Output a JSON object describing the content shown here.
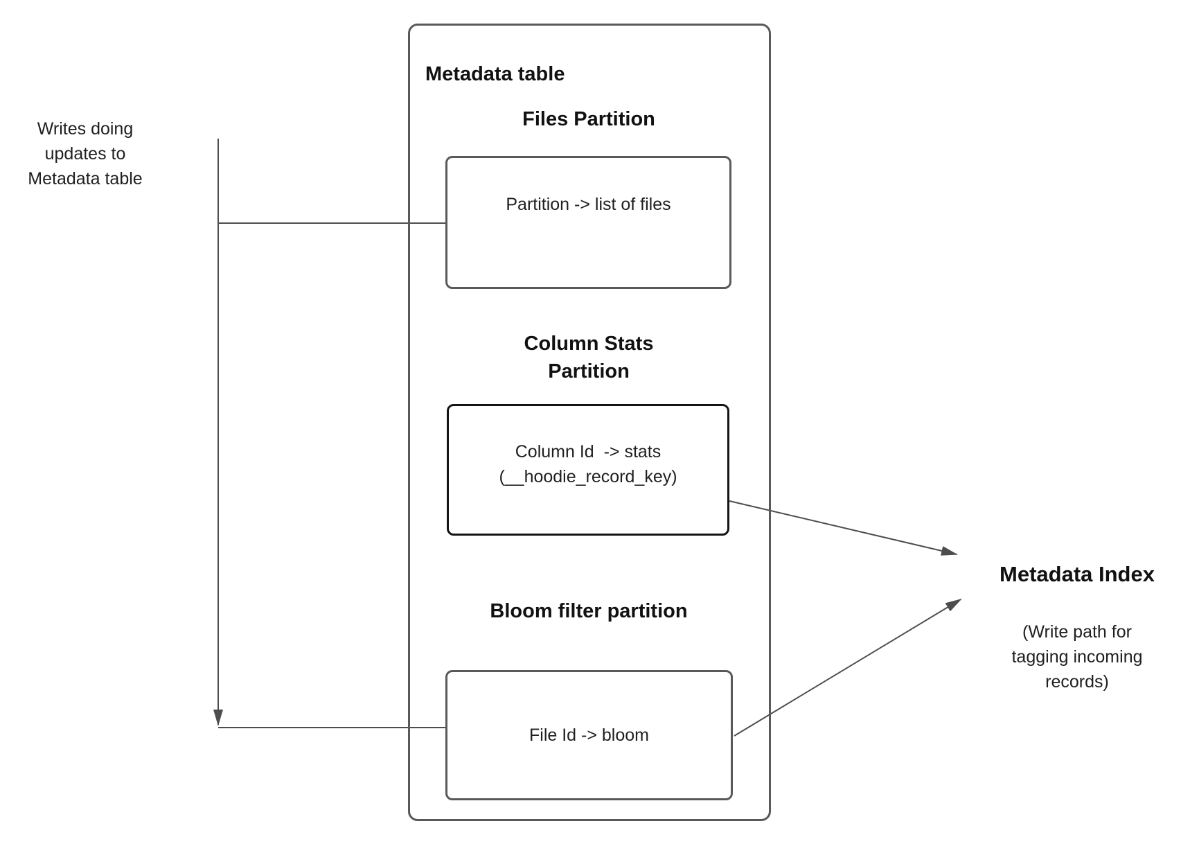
{
  "left_note": {
    "line1": "Writes doing",
    "line2": "updates to",
    "line3": "Metadata table"
  },
  "metadata_table": {
    "title": "Metadata table",
    "files_partition": {
      "heading": "Files Partition",
      "body": "Partition -> list of files"
    },
    "column_stats_partition": {
      "heading": "Column Stats Partition",
      "body_line1": "Column Id  -> stats",
      "body_line2": "(__hoodie_record_key)"
    },
    "bloom_filter_partition": {
      "heading": "Bloom filter partition",
      "body": "File Id -> bloom"
    }
  },
  "metadata_index": {
    "title": "Metadata Index",
    "subtitle_line1": "(Write path for",
    "subtitle_line2": "tagging incoming",
    "subtitle_line3": "records)"
  },
  "colors": {
    "connector": "#4d4d4d",
    "box_border": "#595959",
    "stats_box_border": "#141414",
    "text": "#1f1f1f"
  }
}
